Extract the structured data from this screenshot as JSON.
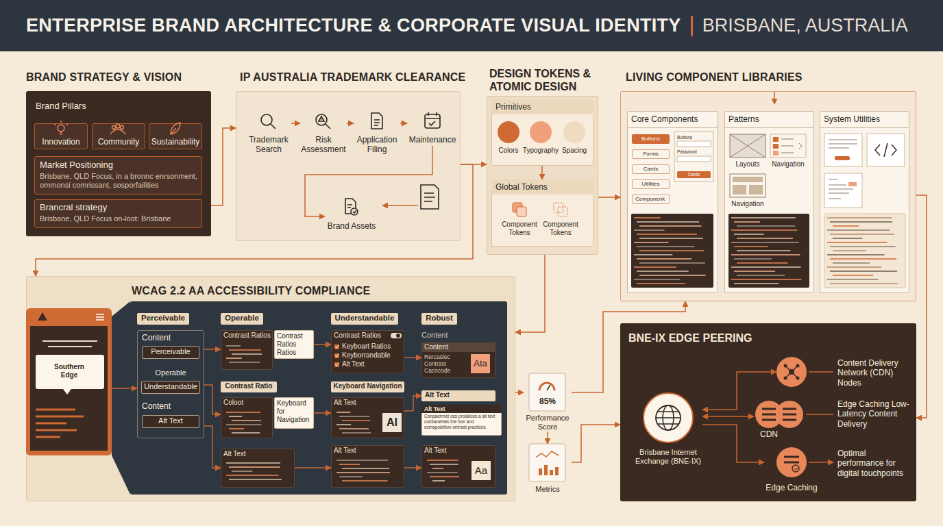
{
  "diagram": {
    "title": "ENTERPRISE BRAND ARCHITECTURE & CORPORATE VISUAL IDENTITY",
    "nodes": [
      {
        "text": [
          "BRAND STRATEGY & VISION",
          "Brand Pillars"
        ]
      },
      {
        "text": [
          "Innovation"
        ],
        "in": 0
      },
      {
        "text": [
          "Community"
        ],
        "in": 0
      },
      {
        "text": [
          "Sustainability"
        ],
        "in": 0
      },
      {
        "text": [
          "Market Positioning",
          "Brisbane, QLD Focus, in a bronnc enrsonment, ommonsi comrissant, sosporfailities"
        ],
        "in": 0
      },
      {
        "text": [
          "Brancral strategy",
          "Brisbane, QLD Focus on-loot: Brisbane"
        ],
        "in": 0
      },
      {
        "text": [
          "IP AUSTRALIA TRADEMARK CLEARANCE"
        ]
      },
      {
        "text": [
          "Trademark Search"
        ],
        "in": 6
      },
      {
        "text": [
          "Risk Assessment"
        ],
        "in": 6
      },
      {
        "text": [
          "Application Filing"
        ],
        "in": 6
      },
      {
        "text": [
          "Maintenance"
        ],
        "in": 6
      },
      {
        "text": [
          "Brand Assets"
        ],
        "in": 6
      },
      {
        "text": [
          "DESIGN TOKENS & ATOMIC DESIGN"
        ]
      },
      {
        "text": [
          "Primitives"
        ],
        "in": 12
      },
      {
        "text": [
          "Global Tokens"
        ],
        "in": 12
      },
      {
        "text": [
          "LIVING COMPONENT LIBRARIES"
        ]
      },
      {
        "text": [
          "Core Components"
        ],
        "in": 15
      },
      {
        "text": [
          "Patterns"
        ],
        "in": 15
      },
      {
        "text": [
          "System Utilities"
        ],
        "in": 15
      },
      {
        "text": [
          "WCAG 2.2 AA ACCESSIBILITY COMPLIANCE"
        ]
      },
      {
        "text": [
          "Southern Edge"
        ],
        "in": 19
      },
      {
        "text": [
          "Perceivable"
        ],
        "in": 19
      },
      {
        "text": [
          "Operable"
        ],
        "in": 19
      },
      {
        "text": [
          "Understandable"
        ],
        "in": 19
      },
      {
        "text": [
          "Robust"
        ],
        "in": 19
      },
      {
        "text": [
          "Content"
        ],
        "in": 19
      },
      {
        "text": [
          "Perceivable"
        ],
        "in": 25
      },
      {
        "text": [
          "Understandable"
        ],
        "in": 25
      },
      {
        "text": [
          "Alt Text"
        ],
        "in": 25
      },
      {
        "text": [
          "Contrast Ratios"
        ],
        "in": 19
      },
      {
        "text": [
          "Contrast Ratios Ratios"
        ],
        "in": 19
      },
      {
        "text": [
          "Contrast Ratio"
        ],
        "in": 19
      },
      {
        "text": [
          "Coloot"
        ],
        "in": 19
      },
      {
        "text": [
          "Keyboard for Navigation"
        ],
        "in": 19
      },
      {
        "text": [
          "Alt Text"
        ],
        "in": 19
      },
      {
        "text": [
          "Contrast Ratios",
          "Keyboart Ratios",
          "Keyborrandable",
          "Alt Text"
        ],
        "in": 19
      },
      {
        "text": [
          "Keyboard Navigation"
        ],
        "in": 19
      },
      {
        "text": [
          "Alt Text"
        ],
        "in": 19
      },
      {
        "text": [
          "Alt Text"
        ],
        "in": 19
      },
      {
        "text": [
          "Content",
          "Rercaslec Contrast Cacocode"
        ],
        "in": 19
      },
      {
        "text": [
          "Alt Text"
        ],
        "in": 19
      },
      {
        "text": [
          "Alt Text",
          "Conpaerrnet ces prolalices a all text contianerlies the fum and ecmspolzition onlnsst practices."
        ],
        "in": 19
      },
      {
        "text": [
          "Alt Text"
        ],
        "in": 19
      },
      {
        "text": [
          "85%",
          "Performance Score"
        ]
      },
      {
        "text": [
          "Metrics"
        ]
      },
      {
        "text": [
          "BNE-IX EDGE PEERING"
        ]
      },
      {
        "text": [
          "Brisbane Internet Exchange (BNE-IX)"
        ],
        "in": 45
      },
      {
        "text": [
          "Content Delivery Network (CDN) Nodes"
        ],
        "in": 45
      },
      {
        "text": [
          "CDN",
          "Edge Caching Low-Latency Content Delivery"
        ],
        "in": 45
      },
      {
        "text": [
          "Edge Caching",
          "Optimal performance for digital touchpoints"
        ],
        "in": 45
      }
    ],
    "edges": [
      {
        "from": 0,
        "to": 6,
        "arrow": "to"
      },
      {
        "from": 7,
        "to": 8,
        "arrow": "to"
      },
      {
        "from": 8,
        "to": 9,
        "arrow": "to"
      },
      {
        "from": 9,
        "to": 10,
        "arrow": "to"
      },
      {
        "from": 10,
        "to": 11,
        "arrow": "to"
      },
      {
        "from": 6,
        "to": 12,
        "arrow": "to"
      },
      {
        "from": 12,
        "to": 15,
        "arrow": "to"
      },
      {
        "from": 6,
        "to": 19,
        "arrow": "to"
      },
      {
        "from": 12,
        "to": 19,
        "arrow": "to"
      },
      {
        "from": 20,
        "to": 25,
        "arrow": "to"
      },
      {
        "from": 25,
        "to": 29,
        "arrow": "to"
      },
      {
        "from": 25,
        "to": 32,
        "arrow": "to"
      },
      {
        "from": 25,
        "to": 34,
        "arrow": "to"
      },
      {
        "from": 30,
        "to": 35,
        "arrow": "to"
      },
      {
        "from": 33,
        "to": 37,
        "arrow": "to"
      },
      {
        "from": 34,
        "to": 38,
        "arrow": "to"
      },
      {
        "from": 35,
        "to": 39,
        "arrow": "to"
      },
      {
        "from": 37,
        "to": 40,
        "arrow": "to"
      },
      {
        "from": 38,
        "to": 42,
        "arrow": "to"
      },
      {
        "from": 19,
        "to": 43,
        "arrow": "to"
      },
      {
        "from": 43,
        "to": 44,
        "arrow": "to"
      },
      {
        "from": 44,
        "to": 45,
        "arrow": "to"
      },
      {
        "from": 43,
        "to": 15,
        "arrow": "to"
      },
      {
        "from": 15,
        "to": 45,
        "arrow": "to"
      },
      {
        "from": 46,
        "to": 47,
        "arrow": "both"
      },
      {
        "from": 46,
        "to": 48,
        "arrow": "both"
      },
      {
        "from": 46,
        "to": 49,
        "arrow": "to"
      },
      {
        "from": 13,
        "to": 14,
        "arrow": "to"
      }
    ],
    "labels": [
      "BRISBANE, AUSTRALIA",
      "Colors",
      "Typography",
      "Spacing",
      "Component Tokens",
      "Component Tokens",
      "Buttons",
      "Forms",
      "Cards",
      "Utilities",
      "Componenk",
      "Buttons",
      "Password",
      "Cards",
      "Layouts",
      "Navigation",
      "Navigation",
      "Operable",
      "Content",
      "AI",
      "Content",
      "Ata",
      "Aa"
    ]
  }
}
